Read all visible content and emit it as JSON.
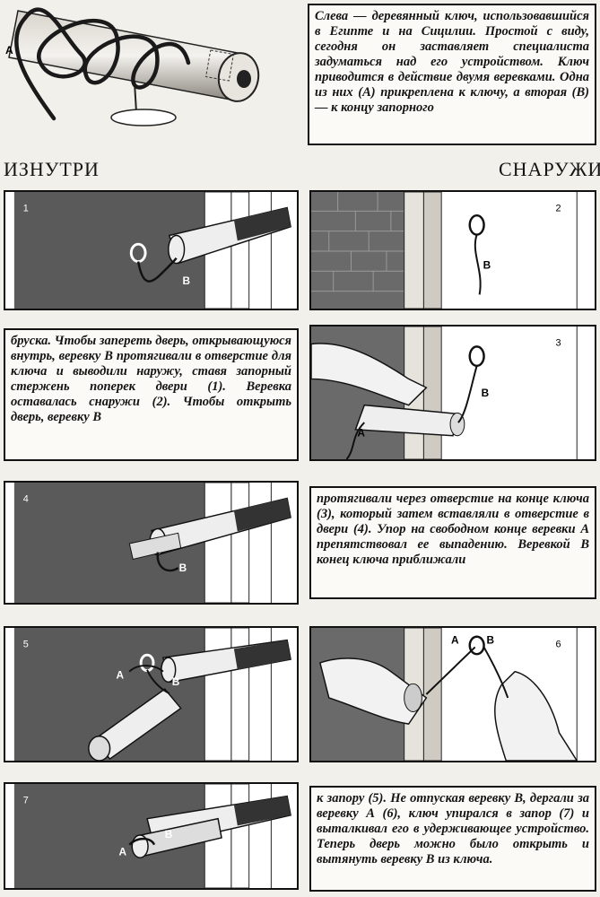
{
  "intro": {
    "key_label": "А",
    "text": "Слева — деревянный ключ, использовавшийся в Египте и на Сицилии. Простой с виду, сегодня он заставляет специалиста задуматься над его устройством. Ключ приводится в действие двумя веревками. Одна из них (А) прикреплена к ключу, а вторая (В) — к концу запорного"
  },
  "headings": {
    "inside": "ИЗНУТРИ",
    "outside": "СНАРУЖИ"
  },
  "panels": [
    {
      "num": "1",
      "labels": [
        "В"
      ]
    },
    {
      "num": "2",
      "labels": [
        "В"
      ]
    },
    {
      "num": "3",
      "labels": [
        "А",
        "В"
      ]
    },
    {
      "num": "4",
      "labels": [
        "В"
      ]
    },
    {
      "num": "5",
      "labels": [
        "А",
        "В"
      ]
    },
    {
      "num": "6",
      "labels": [
        "А",
        "В"
      ]
    },
    {
      "num": "7",
      "labels": [
        "А",
        "В"
      ]
    }
  ],
  "text_blocks": [
    "бруска. Чтобы запереть дверь, открывающуюся внутрь, веревку В протягивали в отверстие для ключа и выводили наружу, ставя запорный стержень поперек двери (1). Веревка оставалась снаружи (2). Чтобы открыть дверь, веревку В",
    "протягивали через отверстие на конце ключа (3), который затем вставляли в отверстие в двери (4). Упор на свободном конце веревки А препятствовал ее выпадению. Веревкой В конец ключа приближали",
    "к запору (5). Не отпуская веревку В, дергали за веревку А (6), ключ упирался в запор (7) и выталкивал его в удерживающее устройство. Теперь дверь можно было открыть и вытянуть веревку В из ключа."
  ]
}
